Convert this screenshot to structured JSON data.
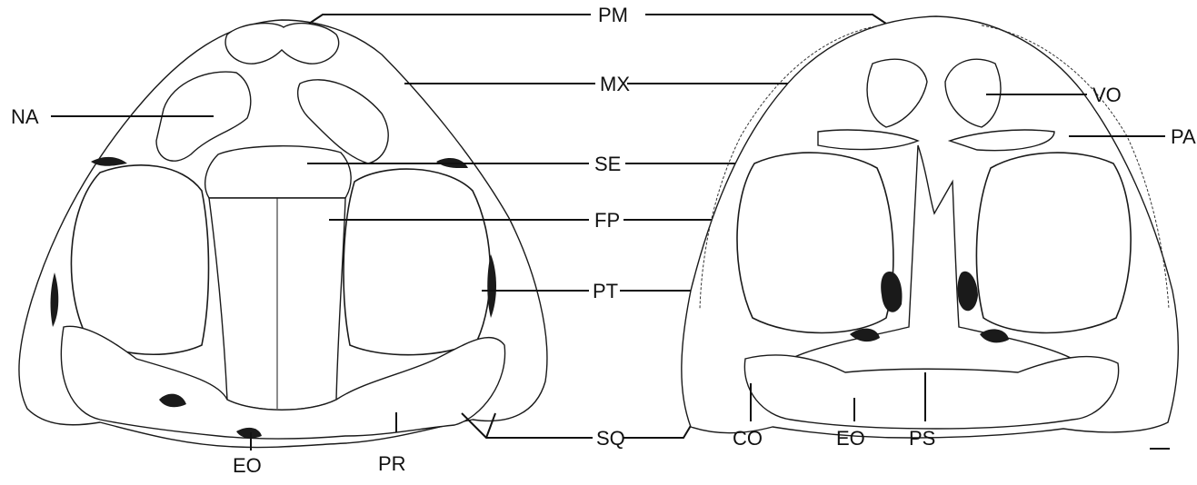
{
  "labels": {
    "pm": "PM",
    "mx": "MX",
    "na": "NA",
    "se": "SE",
    "fp": "FP",
    "pt": "PT",
    "sq": "SQ",
    "eo": "EO",
    "pr": "PR",
    "vo": "VO",
    "pa": "PA",
    "co": "CO",
    "ps": "PS"
  }
}
